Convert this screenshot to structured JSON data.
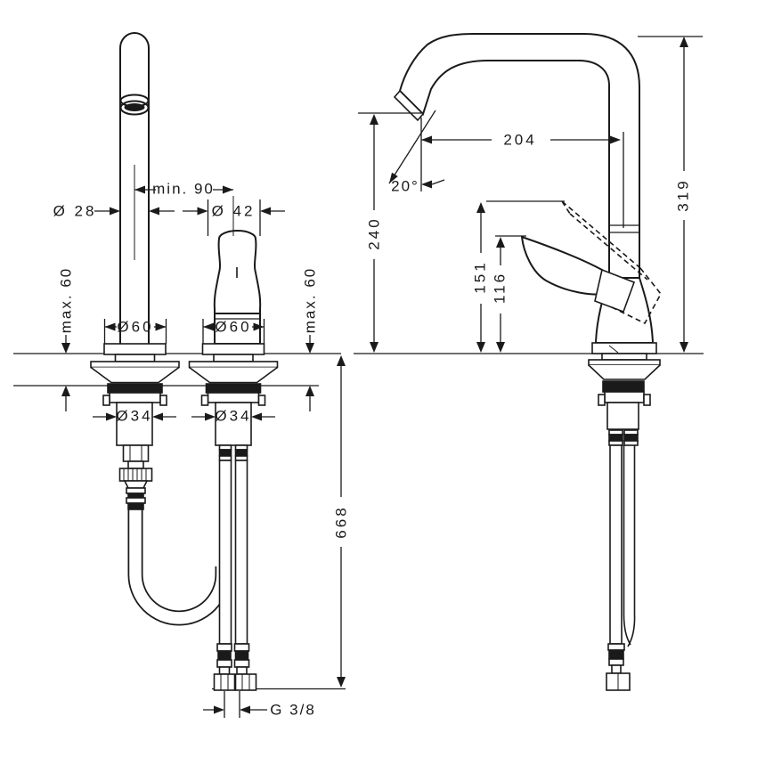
{
  "title": "Kitchen mixer tap - dimensional installation drawing",
  "colors": {
    "background": "#ffffff",
    "line": "#1a1a1a"
  },
  "front_view": {
    "name": "front view (two-hole installation)",
    "labels": {
      "min_spacing": "min. 90",
      "spout_diameter": "Ø 28",
      "handle_diameter": "Ø 42",
      "max_counter_thickness_left": "max. 60",
      "max_counter_thickness_right": "max. 60",
      "spout_escutcheon_diameter": "Ø60",
      "handle_escutcheon_diameter": "Ø60",
      "spout_shank_diameter": "Ø34",
      "handle_shank_diameter": "Ø34",
      "hose_length": "668",
      "connection_thread": "G 3/8"
    }
  },
  "side_view": {
    "name": "side view",
    "labels": {
      "spout_reach": "204",
      "spout_outlet_angle": "20°",
      "spout_outlet_height": "240",
      "overall_height": "319",
      "handle_raised_height": "151",
      "handle_height": "116"
    }
  }
}
